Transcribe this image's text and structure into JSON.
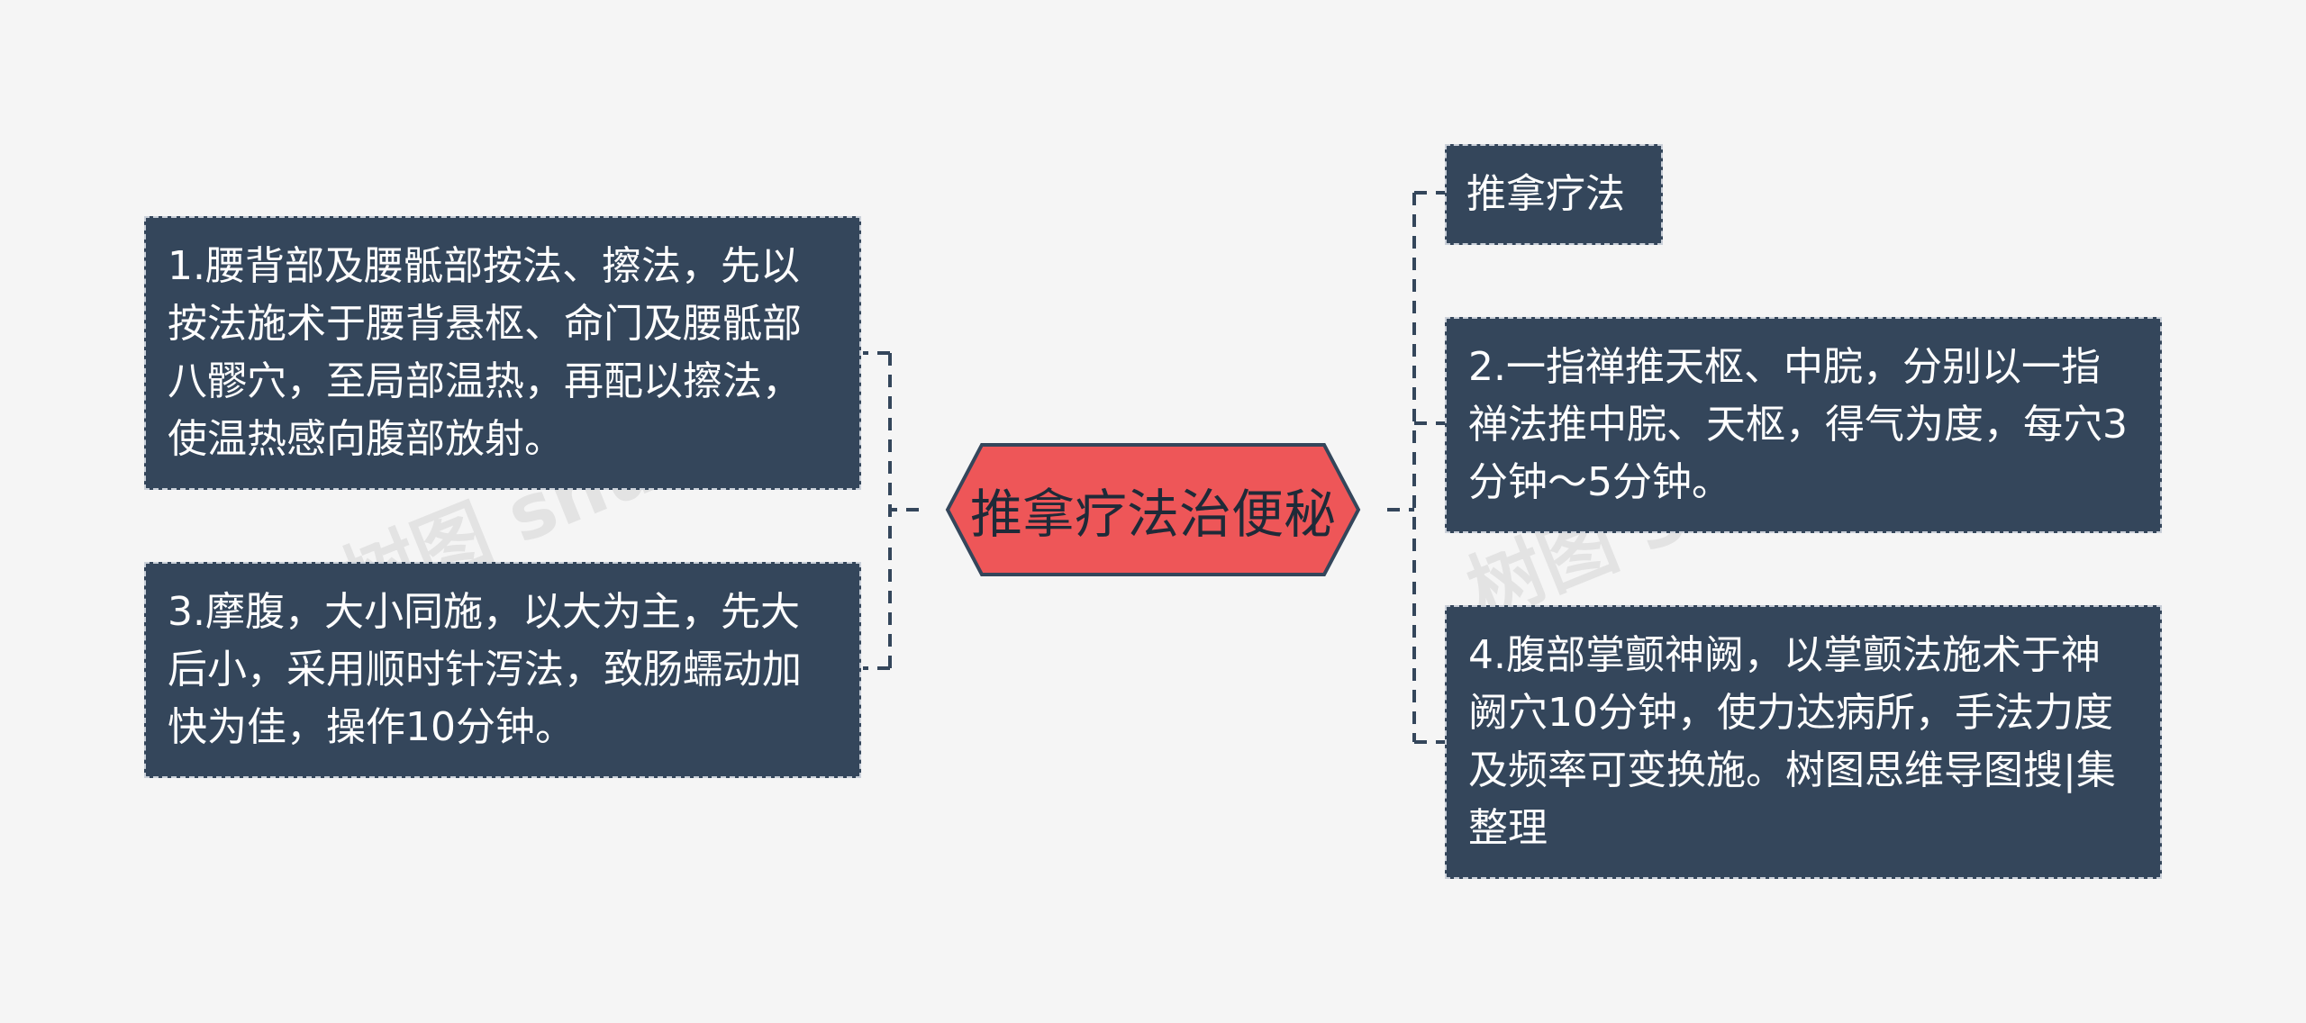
{
  "center": {
    "label": "推拿疗法治便秘"
  },
  "left_nodes": [
    {
      "text": "1.腰背部及腰骶部按法、擦法，先以按法施术于腰背悬枢、命门及腰骶部八髎穴，至局部温热，再配以擦法，使温热感向腹部放射。"
    },
    {
      "text": "3.摩腹，大小同施，以大为主，先大后小，采用顺时针泻法，致肠蠕动加快为佳，操作10分钟。"
    }
  ],
  "right_nodes": [
    {
      "text": "推拿疗法"
    },
    {
      "text": "2.一指禅推天枢、中脘，分别以一指禅法推中脘、天枢，得气为度，每穴3分钟～5分钟。"
    },
    {
      "text": "4.腹部掌颤神阙，以掌颤法施术于神阙穴10分钟，使力达病所，手法力度及频率可变换施。树图思维导图搜|集整理"
    }
  ],
  "watermarks": [
    "树图 shutu.cn",
    "树图 shutu.cn"
  ],
  "colors": {
    "node_fill": "#34465b",
    "center_fill": "#ee5658",
    "connector": "#34465b"
  }
}
